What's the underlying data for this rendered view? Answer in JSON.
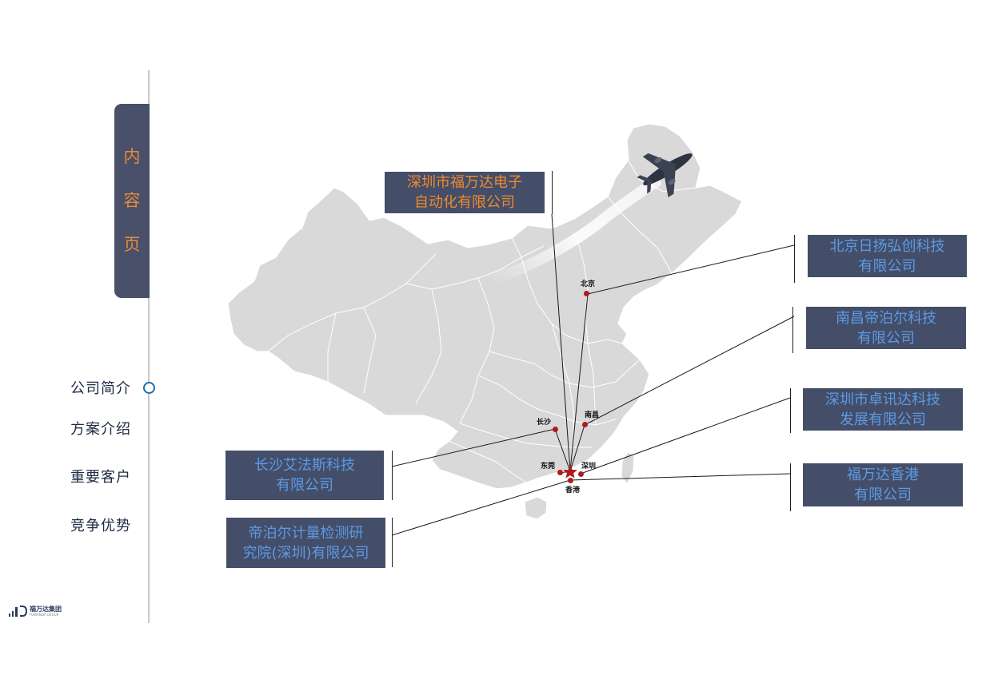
{
  "contents_tab": [
    "内",
    "容",
    "页"
  ],
  "nav": {
    "items": [
      "公司简介",
      "方案介绍",
      "重要客户",
      "竞争优势"
    ],
    "active_index": 0
  },
  "logo": {
    "name_cn": "福万达集团",
    "name_en": "FUWANDA GROUP"
  },
  "colors": {
    "box_background": "#444e69",
    "hq_text": "#f08a2c",
    "branch_text": "#5c9ae4",
    "map_fill": "#d9d9d9",
    "city_dot": "#b01a1a"
  },
  "companies": {
    "hq": "深圳市福万达电子\n自动化有限公司",
    "beijing": "北京日扬弘创科技\n有限公司",
    "nanchang": "南昌帝泊尔科技\n有限公司",
    "shenzhen_zhuoxunda": "深圳市卓讯达科技\n发展有限公司",
    "hongkong": "福万达香港\n有限公司",
    "changsha": "长沙艾法斯科技\n有限公司",
    "dipoer_institute": "帝泊尔计量检测研\n究院(深圳)有限公司"
  },
  "cities": {
    "beijing": "北京",
    "nanchang": "南昌",
    "changsha": "长沙",
    "dongguan": "东莞",
    "shenzhen": "深圳",
    "hongkong": "香港"
  },
  "icons": {
    "airplane": "airplane-icon",
    "headquarters": "star-icon"
  }
}
